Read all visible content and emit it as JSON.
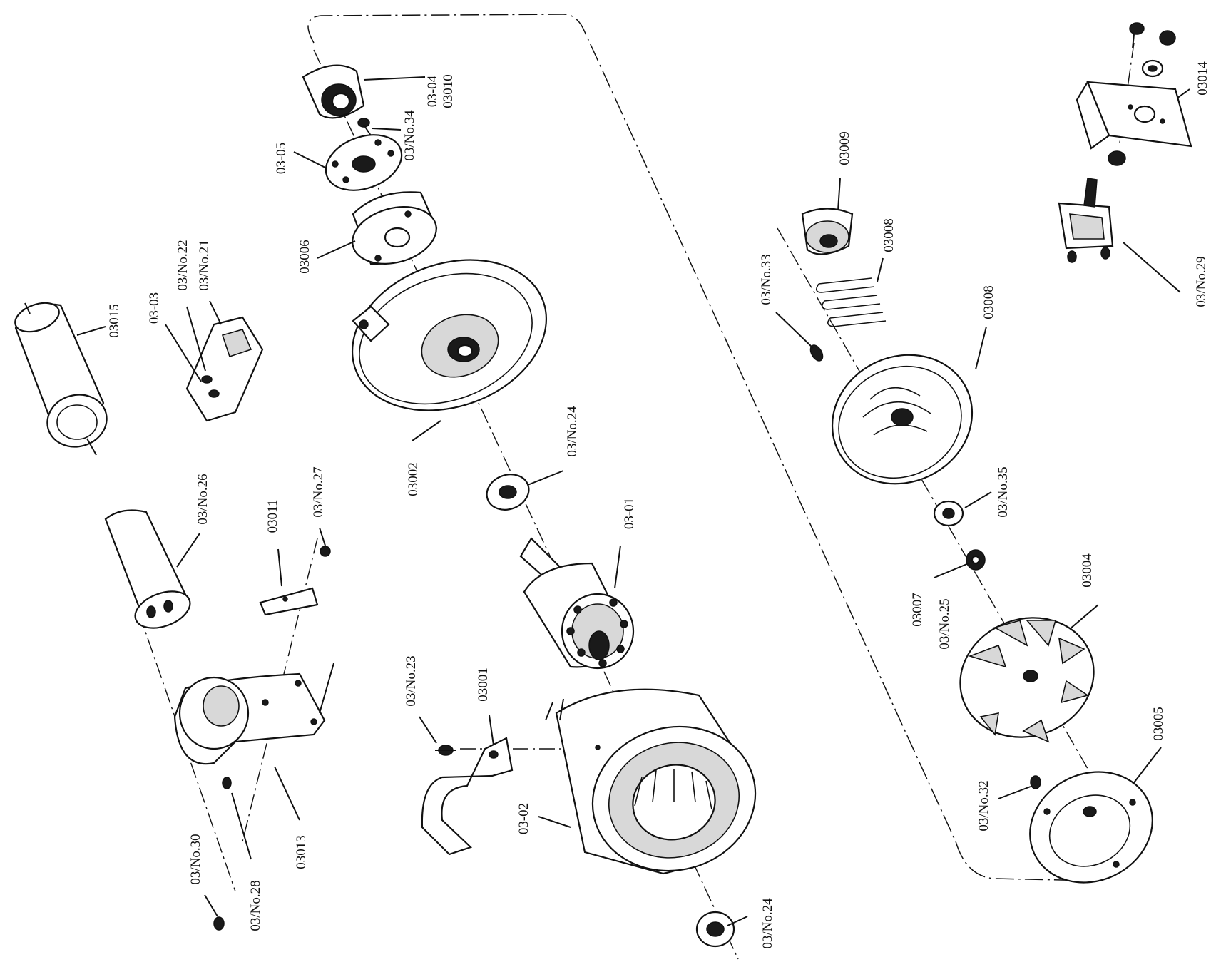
{
  "labels": {
    "p03_04": "03-04",
    "p03010": "03010",
    "p03_no34": "03/No.34",
    "p03_05": "03-05",
    "p03006": "03006",
    "p03_no22": "03/No.22",
    "p03_no21": "03/No.21",
    "p03_03": "03-03",
    "p03015": "03015",
    "p03002": "03002",
    "p03_no24_top": "03/No.24",
    "p03_no26": "03/No.26",
    "p03_no27": "03/No.27",
    "p03011": "03011",
    "p03_01": "03-01",
    "p03_no23": "03/No.23",
    "p03001": "03001",
    "p03_02": "03-02",
    "p03013": "03013",
    "p03_no30": "03/No.30",
    "p03_no28": "03/No.28",
    "p03_no24_bottom": "03/No.24",
    "p03009": "03009",
    "p03_no33": "03/No.33",
    "p03008_spring": "03008",
    "p03008_cover": "03008",
    "p03_no35": "03/No.35",
    "p03007": "03007",
    "p03_no25": "03/No.25",
    "p03004": "03004",
    "p03005": "03005",
    "p03_no32": "03/No.32",
    "p03014": "03014",
    "p03_no29": "03/No.29"
  },
  "colors": {
    "ink": "#111111",
    "paper": "#ffffff"
  }
}
